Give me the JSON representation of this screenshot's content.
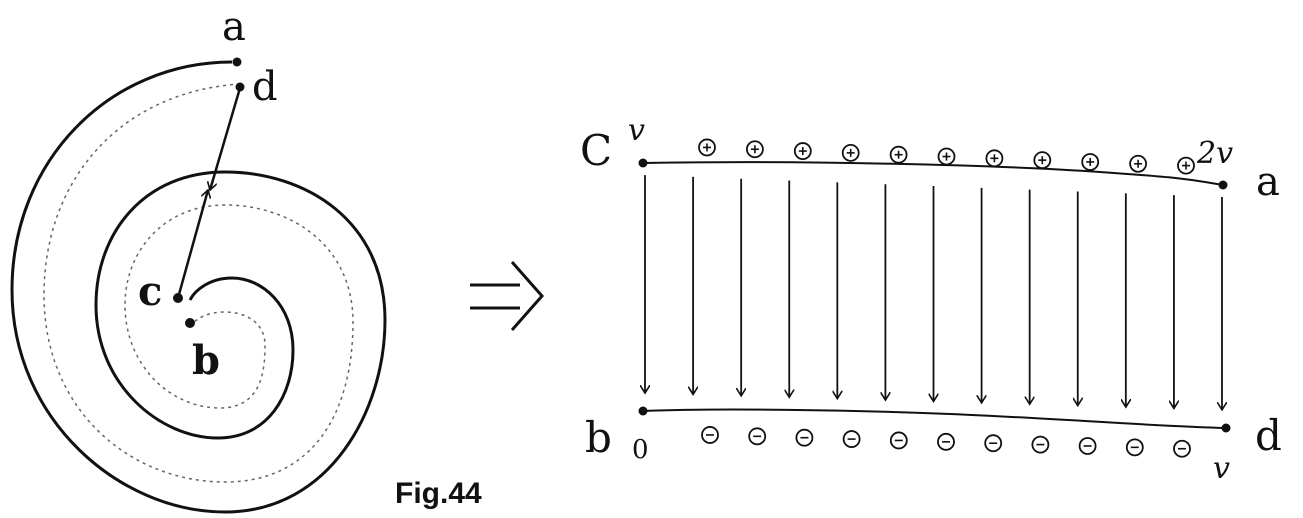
{
  "figure": {
    "caption": "Fig.44",
    "implies_symbol": "⇒"
  },
  "spiral": {
    "labels": {
      "a": "a",
      "d": "d",
      "c": "c",
      "b": "b"
    }
  },
  "rectangle": {
    "corner_labels": {
      "top_left": "C",
      "top_right": "a",
      "bottom_left": "b",
      "bottom_right": "d"
    },
    "potential_labels": {
      "top_left": "v",
      "top_right": "2v",
      "bottom_left": "0",
      "bottom_right": "v"
    },
    "positive_charge_count": 11,
    "negative_charge_count": 11,
    "field_arrow_count": 13
  },
  "colors": {
    "ink": "#111111",
    "dotted": "#666666",
    "background": "#ffffff"
  }
}
